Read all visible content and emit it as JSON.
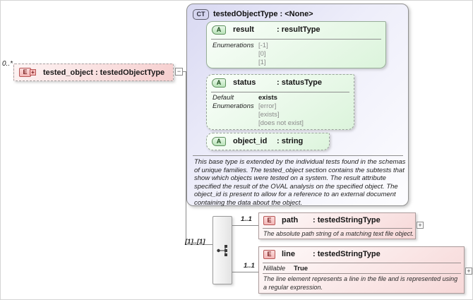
{
  "colors": {
    "complex_type_fill": "#d9d9f2",
    "attribute_fill": "#dcf4dc",
    "attribute_border": "#5d8f5d",
    "element_fill": "#f6cece",
    "element_border": "#b85656",
    "connector": "#8a8a8a",
    "enum_value_text": "#8a8a8a"
  },
  "icons": {
    "collapse_glyph": "−",
    "expand_glyph": "+",
    "compositor": "sequence-branch-icon"
  },
  "root_element": {
    "cardinality": "0..*",
    "badge": "E",
    "plus_glyph": "+",
    "label": "tested_object : testedObjectType"
  },
  "complex_type": {
    "badge": "CT",
    "title": "testedObjectType : <None>",
    "attributes": [
      {
        "badge": "A",
        "name": "result",
        "type": ": resultType",
        "enum_label": "Enumerations",
        "enums": [
          "[-1]",
          "[0]",
          "[1]"
        ]
      },
      {
        "badge": "A",
        "name": "status",
        "type": ": statusType",
        "default_label": "Default",
        "default_value": "exists",
        "enum_label": "Enumerations",
        "enums": [
          "[error]",
          "[exists]",
          "[does not exist]"
        ]
      },
      {
        "badge": "A",
        "name": "object_id",
        "type": ": string"
      }
    ],
    "documentation": "This base type is extended by the individual tests found in the schemas of unique families.  The tested_object section contains the subtests that show which objects were tested on a system. The result attribute specified the result of the OVAL analysis on the specified object. The object_id is present to allow for a reference to an external document containing the data about the object."
  },
  "compositor": {
    "cardinality": "[1]..[1]"
  },
  "children": [
    {
      "badge": "E",
      "name": "path",
      "type": ": testedStringType",
      "cardinality": "1..1",
      "documentation": "The absolute path string of a matching text file object.",
      "expand_glyph": "+"
    },
    {
      "badge": "E",
      "name": "line",
      "type": ": testedStringType",
      "cardinality": "1..1",
      "nillable_label": "Nillable",
      "nillable_value": "True",
      "documentation": "The line element represents a line in the file and is represented using a regular expression.",
      "expand_glyph": "+"
    }
  ]
}
